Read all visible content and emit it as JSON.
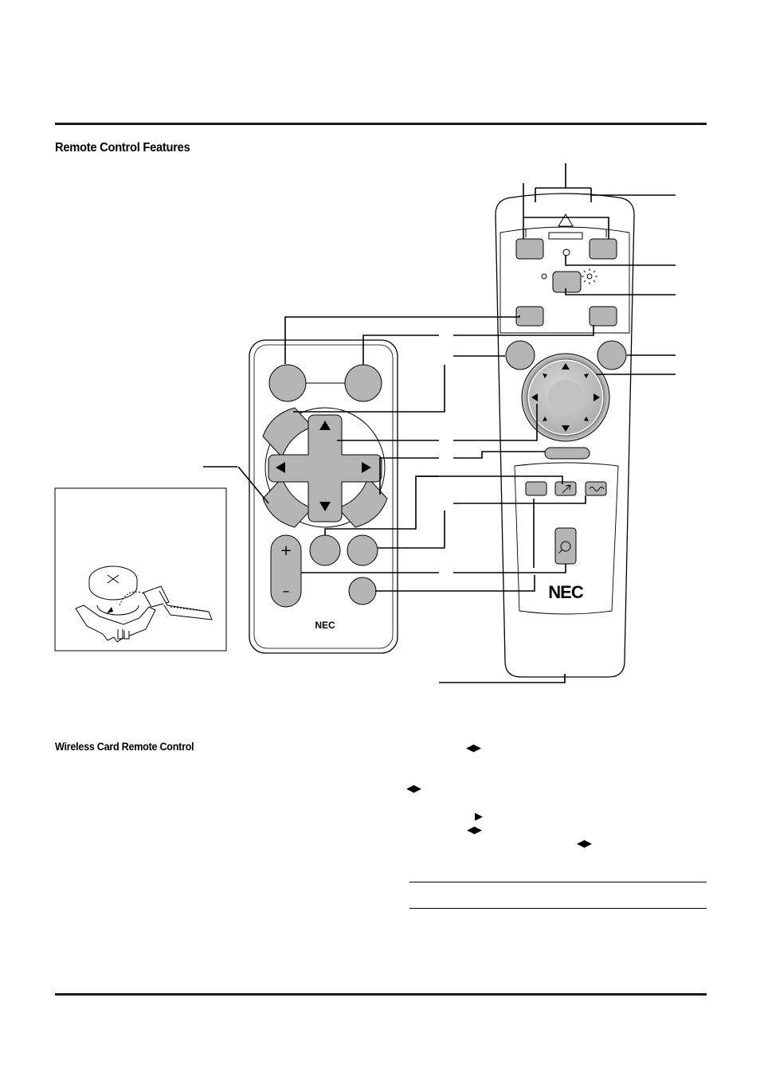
{
  "headings": {
    "remote_features": "Remote Control Features",
    "wireless_card": "Wireless Card Remote Control"
  },
  "brand": {
    "card_logo": "NEC",
    "remote_logo": "NEC"
  },
  "button_marks": {
    "volume_plus": "+",
    "volume_minus": "–"
  },
  "inline_symbols": {
    "left_right": "◀▶",
    "right": "▶"
  },
  "colors": {
    "button_gray": "#b5b5b5",
    "rule": "#1a1a1a"
  }
}
